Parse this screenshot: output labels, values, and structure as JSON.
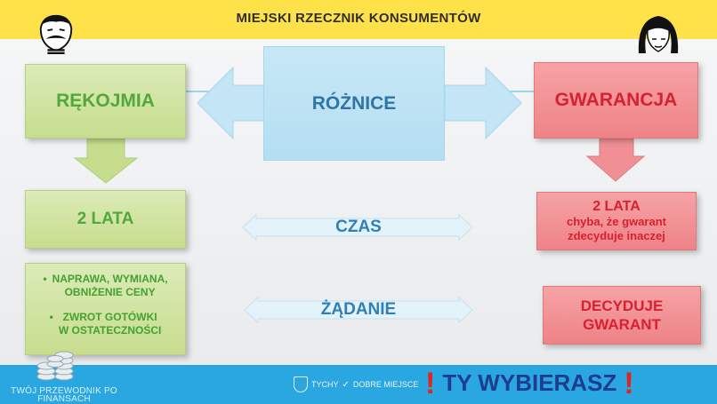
{
  "header": {
    "title": "MIEJSKI RZECZNIK KONSUMENTÓW"
  },
  "diagram": {
    "center": "RÓŻNICE",
    "left_head": "RĘKOJMIA",
    "right_head": "GWARANCJA",
    "left_time": "2 LATA",
    "right_time": {
      "main": "2 LATA",
      "note1": "chyba, że gwarant",
      "note2": "zdecyduje inaczej"
    },
    "time_label": "CZAS",
    "claim_label": "ŻĄDANIE",
    "left_claim": [
      {
        "bullet": "•",
        "text1": "NAPRAWA, WYMIANA,",
        "text2": "OBNIŻENIE CENY"
      },
      {
        "bullet": "•",
        "text1": "ZWROT GOTÓWKI",
        "text2": "W OSTATECZNOŚCI"
      }
    ],
    "right_claim": {
      "line1": "DECYDUJE",
      "line2": "GWARANT"
    }
  },
  "footer": {
    "brand_line1": "TWÓJ PRZEWODNIK PO",
    "brand_line2": "FINANSACH",
    "city": "TYCHY",
    "city_tagline": "DOBRE MIEJSCE",
    "slogan": "TY WYBIERASZ",
    "slogan_mark": "!"
  },
  "colors": {
    "top_bar": "#ffe24a",
    "bottom_bar": "#2aa6e0",
    "green_box": "#c6dd8e",
    "green_text": "#52a83b",
    "red_box": "#ee8387",
    "red_text": "#d9202e",
    "blue_box": "#b4def1",
    "blue_text": "#2f74a8",
    "slogan_text": "#1d3d8f",
    "slogan_mark": "#e52222"
  },
  "icons": [
    "man-with-mustache-icon",
    "woman-avatar-icon",
    "coin-stack-icon",
    "city-shield-icon"
  ]
}
